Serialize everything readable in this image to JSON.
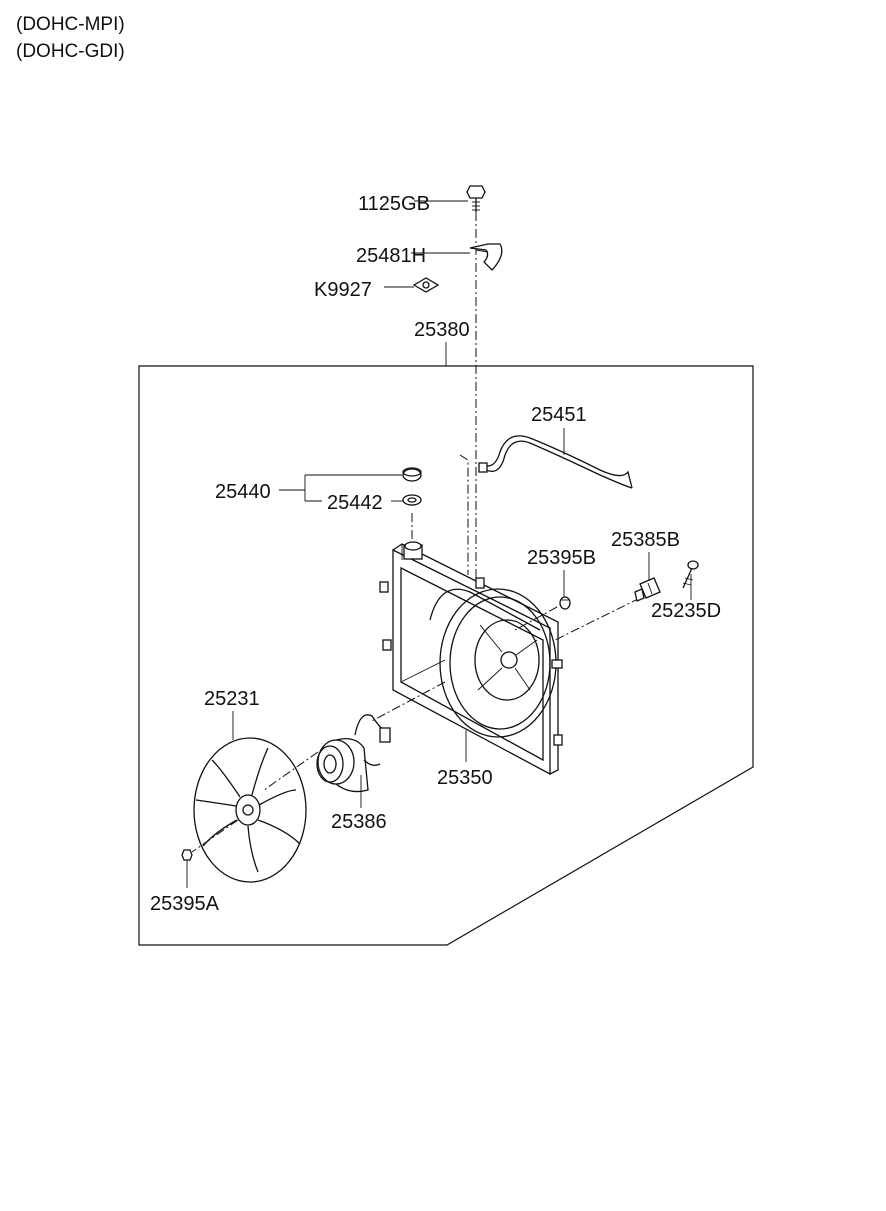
{
  "engine_notes": [
    "(DOHC-MPI)",
    "(DOHC-GDI)"
  ],
  "parts": {
    "p1125GB": "1125GB",
    "p25481H": "25481H",
    "pK9927": "K9927",
    "p25380": "25380",
    "p25451": "25451",
    "p25440": "25440",
    "p25442": "25442",
    "p25395B": "25395B",
    "p25385B": "25385B",
    "p25235D": "25235D",
    "p25231": "25231",
    "p25350": "25350",
    "p25386": "25386",
    "p25395A": "25395A"
  }
}
